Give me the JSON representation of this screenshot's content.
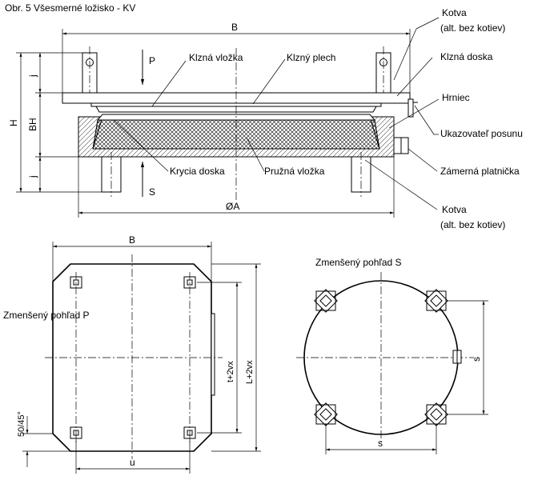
{
  "title": "Obr. 5  Všesmerné ložisko - KV",
  "labels": {
    "kotva_top": "Kotva",
    "kotva_top_note": "(alt. bez kotiev)",
    "klzna_doska": "Klzná doska",
    "klzna_vlozka": "Klzná vložka",
    "klzny_plech": "Klzný plech",
    "hrniec": "Hrniec",
    "ukazovatel": "Ukazovateľ posunu",
    "zamerna": "Zámerná platnička",
    "krycia": "Krycia doska",
    "pruzna": "Pružná vložka",
    "kotva_bottom": "Kotva",
    "kotva_bottom_note": "(alt. bez kotiev)"
  },
  "dimensions": {
    "B_top": "B",
    "H": "H",
    "BH": "BH",
    "j_top": "j",
    "j_bottom": "j",
    "A": "ØA",
    "P": "P",
    "S": "S",
    "B_plan": "B",
    "u": "u",
    "t": "t+2vx",
    "L": "L+2vx",
    "chamfer": "50/45°",
    "s_horizontal": "s",
    "s_vertical": "s"
  },
  "views": {
    "view_p": "Zmenšený pohľad P",
    "view_s": "Zmenšený pohľad S"
  }
}
